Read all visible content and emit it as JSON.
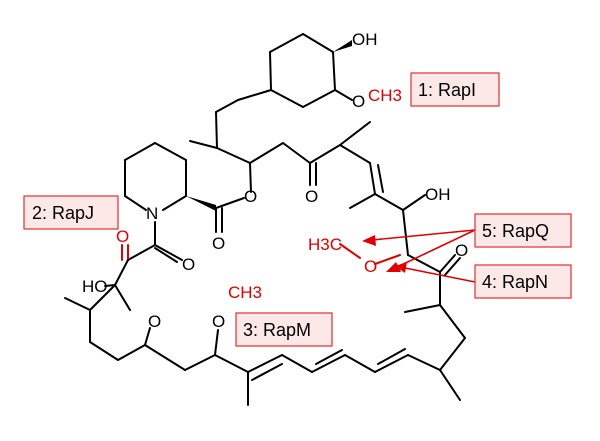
{
  "molecule": {
    "atoms": {
      "oh_top": "OH",
      "ome_top_o": "O",
      "ome_top_ch3": "CH3",
      "n": "N",
      "o_lactone_ring": "O",
      "o_lactone_carbonyl": "O",
      "o_ketone_mid": "O",
      "oh_mid": "OH",
      "o_ketone_right": "O",
      "o_red_keto": "O",
      "o_amide": "O",
      "ho_hemiketal": "HO",
      "o_pyran": "O",
      "ome_mid_o": "O",
      "ome_mid_ch3": "CH3",
      "ome_red_h3c": "H3C",
      "ome_red_o": "O"
    }
  },
  "labels": [
    {
      "id": "rapi",
      "text": "1: RapI"
    },
    {
      "id": "rapj",
      "text": "2: RapJ"
    },
    {
      "id": "rapm",
      "text": "3: RapM"
    },
    {
      "id": "rapn",
      "text": "4: RapN"
    },
    {
      "id": "rapq",
      "text": "5: RapQ"
    }
  ],
  "colors": {
    "highlight": "#e00000",
    "label_fill": "#fde8e8",
    "label_border": "#e03030"
  }
}
